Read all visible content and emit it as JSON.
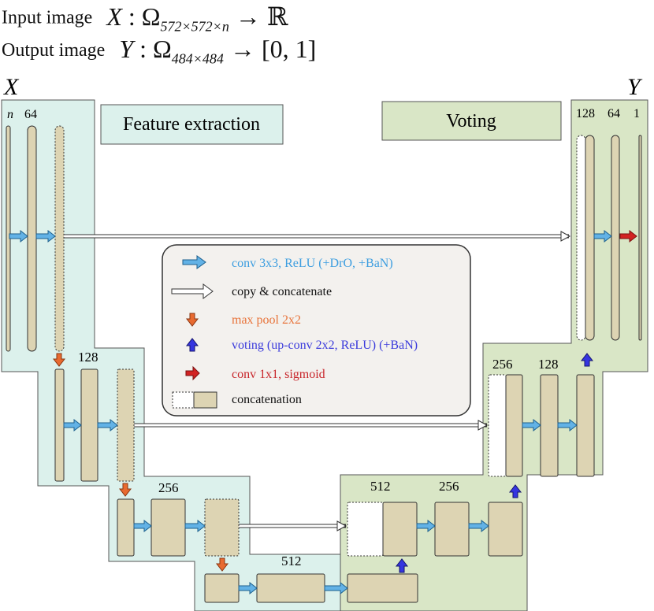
{
  "header": {
    "input_label": "Input image",
    "input_var": "X",
    "input_domain_base": "Ω",
    "input_domain_sub": "572×572×n",
    "input_arrow": "→",
    "input_codomain": "ℝ",
    "output_label": "Output image",
    "output_var": "Y",
    "output_domain_base": "Ω",
    "output_domain_sub": "484×484",
    "output_arrow": "→",
    "output_codomain": "[0, 1]"
  },
  "diagram": {
    "input_symbol": "X",
    "output_symbol": "Y",
    "feature_box_label": "Feature extraction",
    "voting_box_label": "Voting",
    "channel_labels": {
      "enc1_n": "n",
      "enc1_64": "64",
      "enc2_128": "128",
      "enc3_256": "256",
      "bottleneck_512": "512",
      "dec3_512": "512",
      "dec3_256": "256",
      "dec2_256": "256",
      "dec2_128": "128",
      "dec1_128": "128",
      "dec1_64": "64",
      "dec1_1": "1"
    }
  },
  "legend": {
    "items": [
      {
        "key": "conv",
        "label": "conv 3x3, ReLU (+DrO, +BaN)",
        "color": "#3d9ee0"
      },
      {
        "key": "copy",
        "label": "copy & concatenate",
        "color": "#111111"
      },
      {
        "key": "pool",
        "label": "max pool 2x2",
        "color": "#e8743b"
      },
      {
        "key": "upconv",
        "label": "voting (up-conv 2x2, ReLU) (+BaN)",
        "color": "#3b3bdc"
      },
      {
        "key": "final",
        "label": "conv 1x1, sigmoid",
        "color": "#c8262b"
      },
      {
        "key": "concat",
        "label": "concatenation",
        "color": "#111111"
      }
    ]
  },
  "colors": {
    "encoder_bg": "#dcf1ec",
    "decoder_bg": "#d9e6c6",
    "block_fill": "#ddd4b3",
    "legend_bg": "#f3f1ee",
    "conv_arrow": "#62b2e6",
    "pool_arrow": "#e86a30",
    "up_arrow": "#3535e0",
    "final_arrow": "#d22323"
  }
}
